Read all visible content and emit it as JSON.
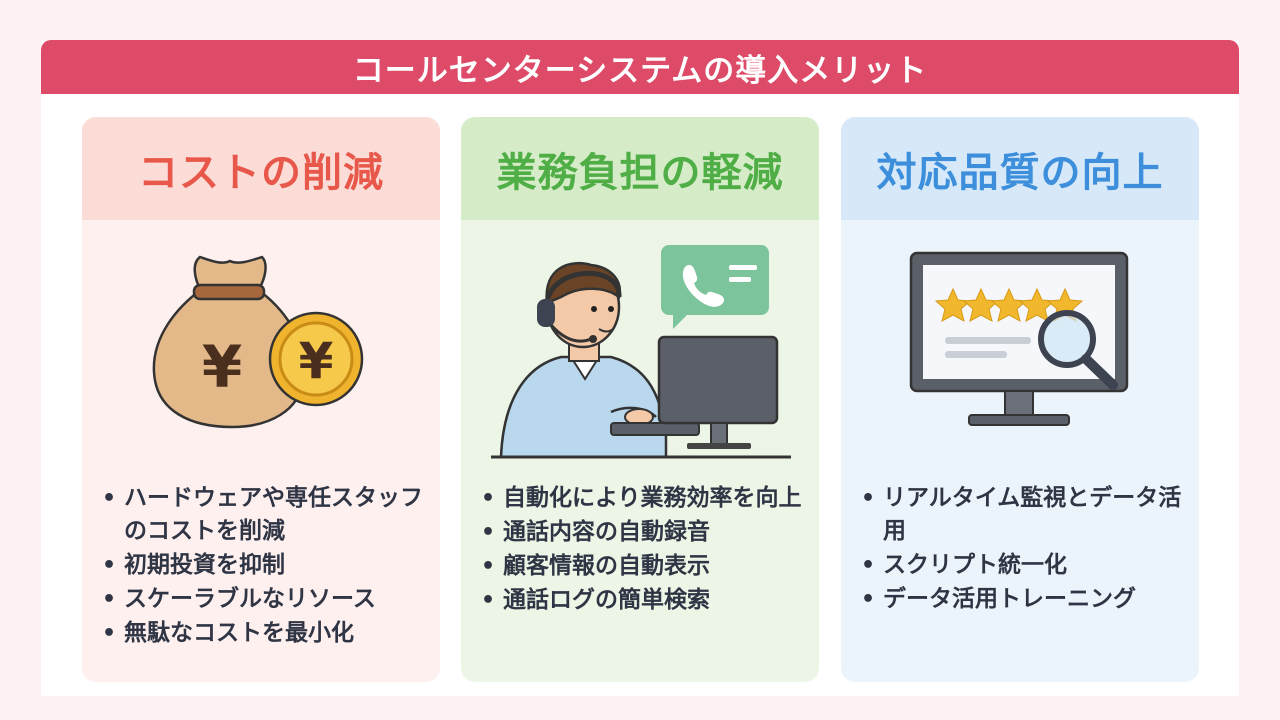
{
  "page": {
    "title": "コールセンターシステムの導入メリット"
  },
  "cards": [
    {
      "title": "コストの削減",
      "illustration": "money-bag-and-yen-coin-icon",
      "bullets": [
        "ハードウェアや専任スタッフのコストを削減",
        "初期投資を抑制",
        "スケーラブルなリソース",
        "無駄なコストを最小化"
      ]
    },
    {
      "title": "業務負担の軽減",
      "illustration": "call-center-operator-icon",
      "bullets": [
        "自動化により業務効率を向上",
        "通話内容の自動録音",
        "顧客情報の自動表示",
        "通話ログの簡単検索"
      ]
    },
    {
      "title": "対応品質の向上",
      "illustration": "monitor-with-stars-and-magnifier-icon",
      "bullets": [
        "リアルタイム監視とデータ活用",
        "スクリプト統一化",
        "データ活用トレーニング"
      ]
    }
  ],
  "colors": {
    "banner": "#de4b69",
    "cost": "#e8584a",
    "workload": "#4fae45",
    "quality": "#3d8fdc"
  }
}
